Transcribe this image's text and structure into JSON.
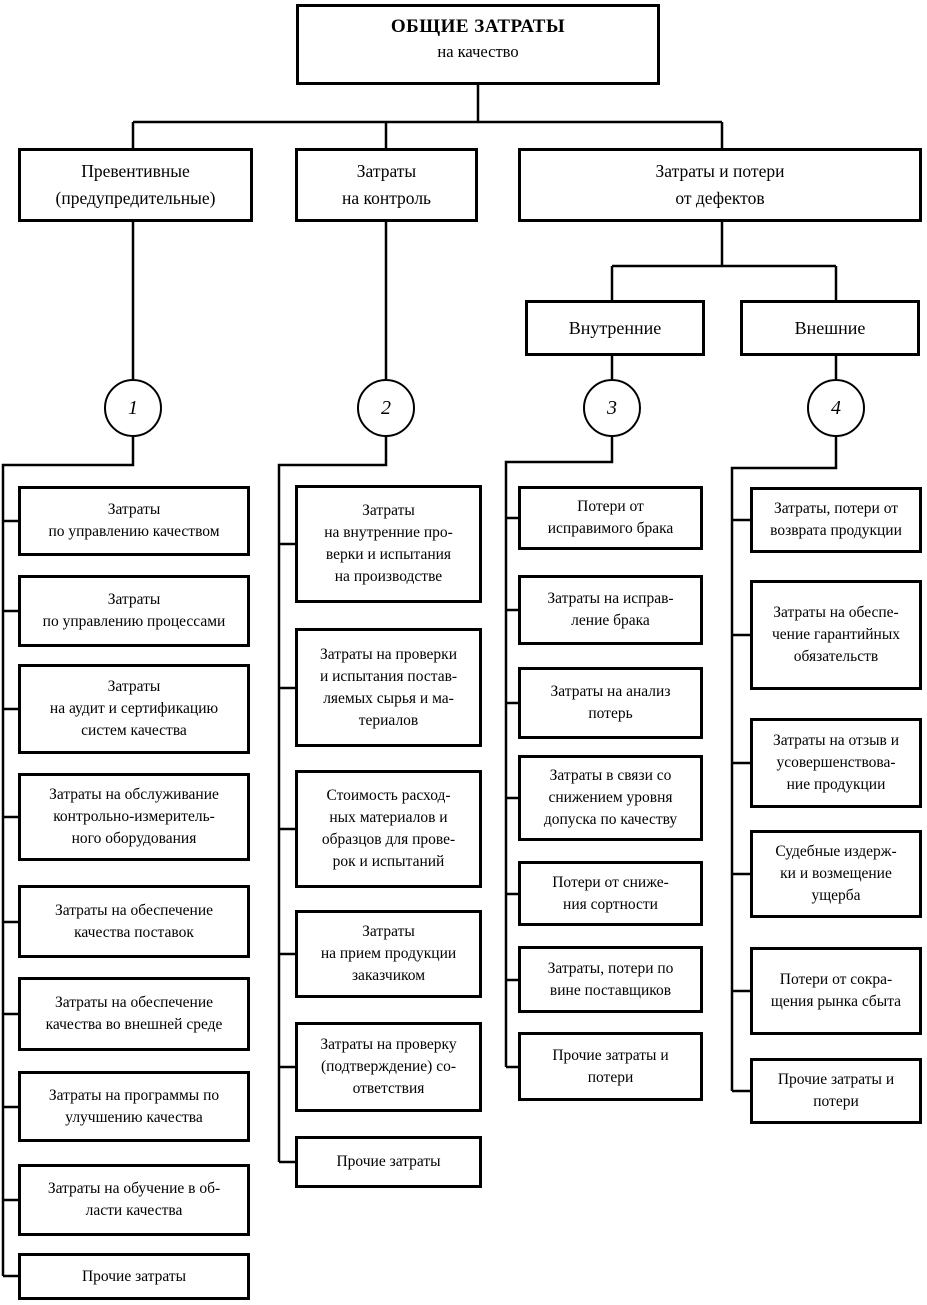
{
  "root": {
    "title": "ОБЩИЕ ЗАТРАТЫ",
    "subtitle": "на качество"
  },
  "branches": [
    {
      "label": "Превентивные\n(предупредительные)"
    },
    {
      "label": "Затраты\nна контроль"
    },
    {
      "label": "Затраты и потери\nот дефектов"
    }
  ],
  "defect_types": [
    {
      "label": "Внутренние"
    },
    {
      "label": "Внешние"
    }
  ],
  "columns": [
    {
      "number": "1",
      "items": [
        "Затраты\nпо управлению качеством",
        "Затраты\nпо управлению процессами",
        "Затраты\nна аудит и сертификацию\nсистем качества",
        "Затраты на обслуживание\nконтрольно-измеритель-\nного оборудования",
        "Затраты на обеспечение\nкачества поставок",
        "Затраты на обеспечение\nкачества во внешней среде",
        "Затраты на программы по\nулучшению качества",
        "Затраты на обучение в об-\nласти качества",
        "Прочие затраты"
      ]
    },
    {
      "number": "2",
      "items": [
        "Затраты\nна внутренние про-\nверки и испытания\nна производстве",
        "Затраты на проверки\nи испытания постав-\nляемых сырья и ма-\nтериалов",
        "Стоимость расход-\nных материалов и\nобразцов для прове-\nрок и испытаний",
        "Затраты\nна прием продукции\nзаказчиком",
        "Затраты на проверку\n(подтверждение) со-\nответствия",
        "Прочие затраты"
      ]
    },
    {
      "number": "3",
      "items": [
        "Потери от\nисправимого брака",
        "Затраты на исправ-\nление брака",
        "Затраты на анализ\nпотерь",
        "Затраты в связи со\nснижением уровня\nдопуска по качеству",
        "Потери от сниже-\nния сортности",
        "Затраты, потери по\nвине поставщиков",
        "Прочие затраты и\nпотери"
      ]
    },
    {
      "number": "4",
      "items": [
        "Затраты, потери от\nвозврата продукции",
        "Затраты на обеспе-\nчение гарантийных\nобязательств",
        "Затраты на отзыв и\nусовершенствова-\nние продукции",
        "Судебные издерж-\nки и возмещение\nущерба",
        "Потери от сокра-\nщения рынка сбыта",
        "Прочие затраты и\nпотери"
      ]
    }
  ],
  "colors": {
    "line": "#000000",
    "text": "#000000",
    "background": "#ffffff"
  }
}
